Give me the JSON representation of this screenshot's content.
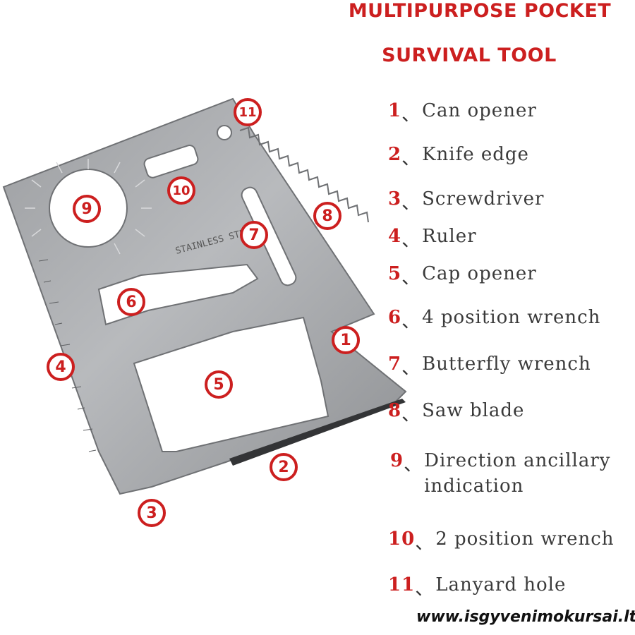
{
  "title": {
    "line1": "MULTIPURPOSE POCKET",
    "line2": "SURVIVAL TOOL"
  },
  "separator": "、",
  "items": [
    {
      "num": "1",
      "label": "Can opener"
    },
    {
      "num": "2",
      "label": "Knife edge"
    },
    {
      "num": "3",
      "label": "Screwdriver"
    },
    {
      "num": "4",
      "label": "Ruler"
    },
    {
      "num": "5",
      "label": "Cap opener"
    },
    {
      "num": "6",
      "label": "4 position wrench"
    },
    {
      "num": "7",
      "label": "Butterfly wrench"
    },
    {
      "num": "8",
      "label": "Saw blade"
    },
    {
      "num": "9",
      "label": "Direction ancillary",
      "label2": "indication"
    },
    {
      "num": "10",
      "label": "2 position wrench"
    },
    {
      "num": "11",
      "label": "Lanyard hole"
    }
  ],
  "card_engraving": "STAINLESS STEEL",
  "callouts": [
    "1",
    "2",
    "3",
    "4",
    "5",
    "6",
    "7",
    "8",
    "9",
    "10",
    "11"
  ],
  "footer": "www.isgyvenimokursai.lt",
  "colors": {
    "accent": "#cc1f1f",
    "steel": "#a9abae",
    "text": "#3a3a3a"
  }
}
